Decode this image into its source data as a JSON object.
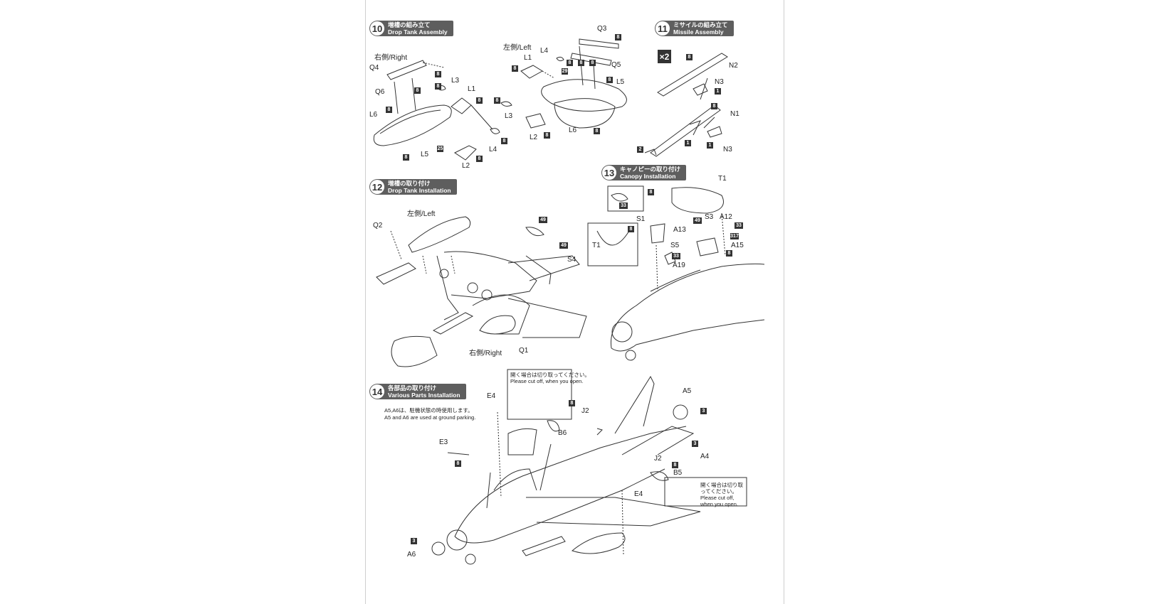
{
  "steps": {
    "s10": {
      "num": "10",
      "jp": "増槽の組み立て",
      "en": "Drop Tank Assembly"
    },
    "s11": {
      "num": "11",
      "jp": "ミサイルの組み立て",
      "en": "Missile Assembly"
    },
    "s12": {
      "num": "12",
      "jp": "増槽の取り付け",
      "en": "Drop Tank Installation"
    },
    "s13": {
      "num": "13",
      "jp": "キャノピーの取り付け",
      "en": "Canopy Installation"
    },
    "s14": {
      "num": "14",
      "jp": "各部品の取り付け",
      "en": "Various Parts Installation"
    }
  },
  "labels": {
    "right_side": "右側/Right",
    "left_side": "左側/Left",
    "q4": "Q4",
    "q6": "Q6",
    "l6a": "L6",
    "l5a": "L5",
    "l3a": "L3",
    "l1a": "L1",
    "l4a": "L4",
    "l2a": "L2",
    "q3": "Q3",
    "q5": "Q5",
    "l5b": "L5",
    "l4b": "L4",
    "l1b": "L1",
    "l3b": "L3",
    "l2b": "L2",
    "l6b": "L6",
    "n2": "N2",
    "n3a": "N3",
    "n1": "N1",
    "n3b": "N3",
    "x2": "×2",
    "q2": "Q2",
    "s4": "S4",
    "q1": "Q1",
    "left12": "左側/Left",
    "right12": "右側/Right",
    "t1a": "T1",
    "t1b": "T1",
    "s1": "S1",
    "a13": "A13",
    "s3": "S3",
    "a12": "A12",
    "a15": "A15",
    "s5": "S5",
    "a19": "A19",
    "e4a": "E4",
    "j2a": "J2",
    "b6": "B6",
    "e3": "E3",
    "a5": "A5",
    "a4": "A4",
    "j2b": "J2",
    "b5": "B5",
    "e4b": "E4",
    "a6": "A6"
  },
  "badges": {
    "b8": "8",
    "b3": "3",
    "b2": "2",
    "b1": "1",
    "b25": "25",
    "b29": "29",
    "b33": "33",
    "b49": "49",
    "b317": "317"
  },
  "notes": {
    "ground_jp": "A5,A6は、駐機状態の時使用します。",
    "ground_en": "A5 and A6 are used at ground parking.",
    "cut_jp": "開く場合は切り取ってください。",
    "cut_en": "Please cut off, when you open.",
    "cut_jp2": "開く場合は切り取ってください。",
    "cut_en2": "Please cut off, when you open."
  }
}
